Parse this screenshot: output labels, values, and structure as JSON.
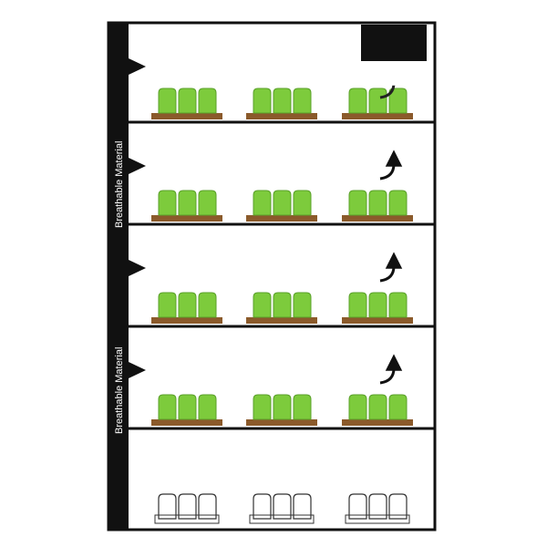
{
  "labels": {
    "upper_wall": "Breathable Material",
    "lower_wall": "Breathable Material"
  },
  "colors": {
    "frame": "#111111",
    "wall": "#111111",
    "plant": "#7dcb3c",
    "plant_outline": "#5aa02a",
    "tray": "#8b5a2b",
    "empty_outline": "#333333",
    "background": "#ffffff"
  },
  "rack": {
    "shelves": [
      {
        "state": "growing",
        "groups": 3,
        "plants_per_group": 3,
        "airflow_arrow": "outlined",
        "exhaust_box": true
      },
      {
        "state": "growing",
        "groups": 3,
        "plants_per_group": 3,
        "airflow_arrow": "solid",
        "exhaust_box": false
      },
      {
        "state": "growing",
        "groups": 3,
        "plants_per_group": 3,
        "airflow_arrow": "solid",
        "exhaust_box": false
      },
      {
        "state": "growing",
        "groups": 3,
        "plants_per_group": 3,
        "airflow_arrow": "solid",
        "exhaust_box": false
      },
      {
        "state": "empty",
        "groups": 3,
        "plants_per_group": 3,
        "airflow_arrow": "none",
        "exhaust_box": false
      }
    ],
    "inlet_icon": "vent-notch-icon",
    "airflow_icon": "curved-up-arrow-icon",
    "exhaust_icon": "exhaust-hood-icon"
  }
}
